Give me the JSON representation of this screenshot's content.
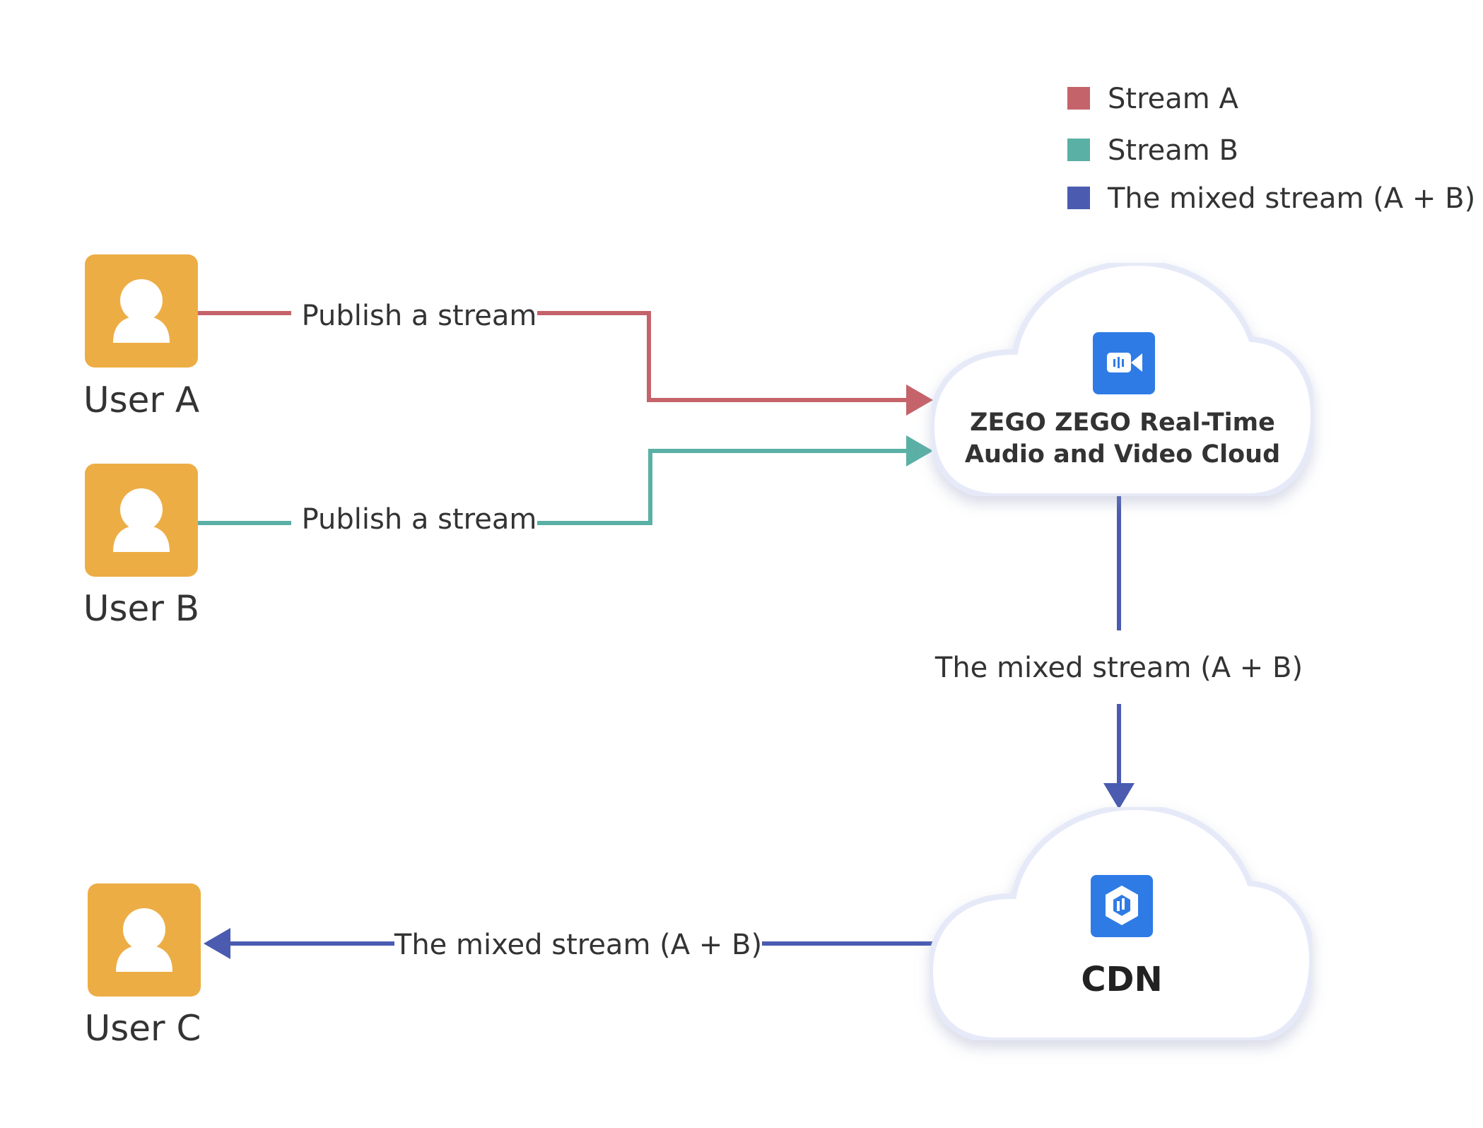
{
  "legend": [
    {
      "label": "Stream A",
      "color": "#C5636A"
    },
    {
      "label": "Stream B",
      "color": "#5BB0A5"
    },
    {
      "label": "The mixed stream (A + B)",
      "color": "#4A5BB0"
    }
  ],
  "nodes": {
    "user_a": {
      "label": "User A",
      "icon": "user-icon"
    },
    "user_b": {
      "label": "User B",
      "icon": "user-icon"
    },
    "user_c": {
      "label": "User C",
      "icon": "user-icon"
    },
    "rtc_cloud": {
      "title_line1": "ZEGO ZEGO Real-Time",
      "title_line2": "Audio and Video Cloud",
      "icon": "video-camera-icon"
    },
    "cdn_cloud": {
      "title": "CDN",
      "icon": "cube-icon"
    }
  },
  "edges": {
    "user_a_publish": "Publish a stream",
    "user_b_publish": "Publish a stream",
    "cloud_to_cdn": "The mixed stream (A + B)",
    "cdn_to_user_c": "The mixed stream (A + B)"
  },
  "colors": {
    "user_tile": "#EDAD45",
    "cloud_border": "#E6EAF8",
    "icon_blue": "#2F7BE6"
  }
}
